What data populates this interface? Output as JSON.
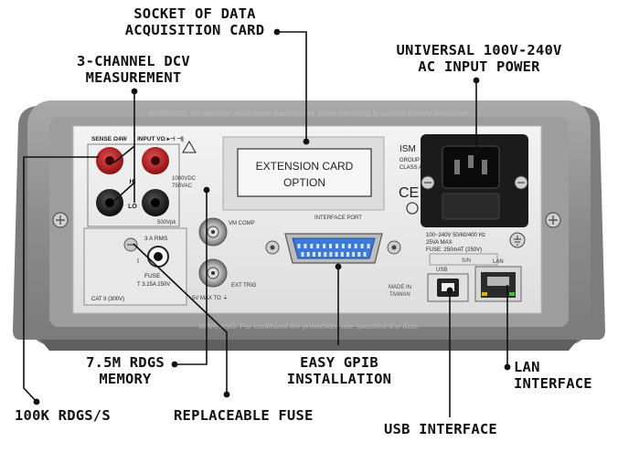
{
  "callouts": {
    "socket": [
      "SOCKET OF DATA",
      "ACQUISITION CARD"
    ],
    "dcv": [
      "3-CHANNEL DCV",
      "MEASUREMENT"
    ],
    "power": [
      "UNIVERSAL 100V-240V",
      "AC INPUT POWER"
    ],
    "memory": [
      "7.5M RDGS",
      "MEMORY"
    ],
    "gpib": [
      "EASY GPIB",
      "INSTALLATION"
    ],
    "lan": [
      "LAN",
      "INTERFACE"
    ],
    "rdgs": "100K RDGS/S",
    "fuse": "REPLACEABLE FUSE",
    "usb": "USB INTERFACE"
  },
  "panel": {
    "warning_top": "WARNING: No operator serviceable parts inside. Refer servicing to service trained personnel.",
    "warning_bottom": "WARNING: For continued fire protection, use specified line fuse.",
    "sense": "SENSE Ω4W",
    "input": "INPUT VΩ ▸⊣ ⊣|",
    "hi": "HI",
    "lo": "LO",
    "v1000": "1000VDC",
    "v750": "750VAC",
    "v500": "500Vpk",
    "amps": "3 A RMS",
    "i_label": "I",
    "fuse_label": "FUSE",
    "fuse_rating": "T 3.15A 250V",
    "cat": "CAT II (300V)",
    "vm_comp": "VM COMP",
    "ext_trig": "EXT TRIG",
    "v5max": "5V MAX TO ⏚",
    "card_line1": "EXTENSION CARD",
    "card_line2": "OPTION",
    "interface_port": "INTERFACE PORT",
    "ism": "ISM",
    "group": "GROUP 1",
    "class": "CLASS A",
    "ce": "CE",
    "power_spec1": "100~240V 50/60/400 Hz",
    "power_spec2": "25VA MAX",
    "power_spec3": "FUSE: 250mAT (250V)",
    "sn": "S/N",
    "usb_label": "USB",
    "lan_label": "LAN",
    "made_in": "MADE IN",
    "taiwan": "TAIWAN"
  },
  "colors": {
    "housing": "#8e8e8e",
    "panel": "#ececec",
    "terminal_red": "#c42222",
    "terminal_black": "#1d1d1d",
    "gpib_blue": "#3d7ad6"
  }
}
